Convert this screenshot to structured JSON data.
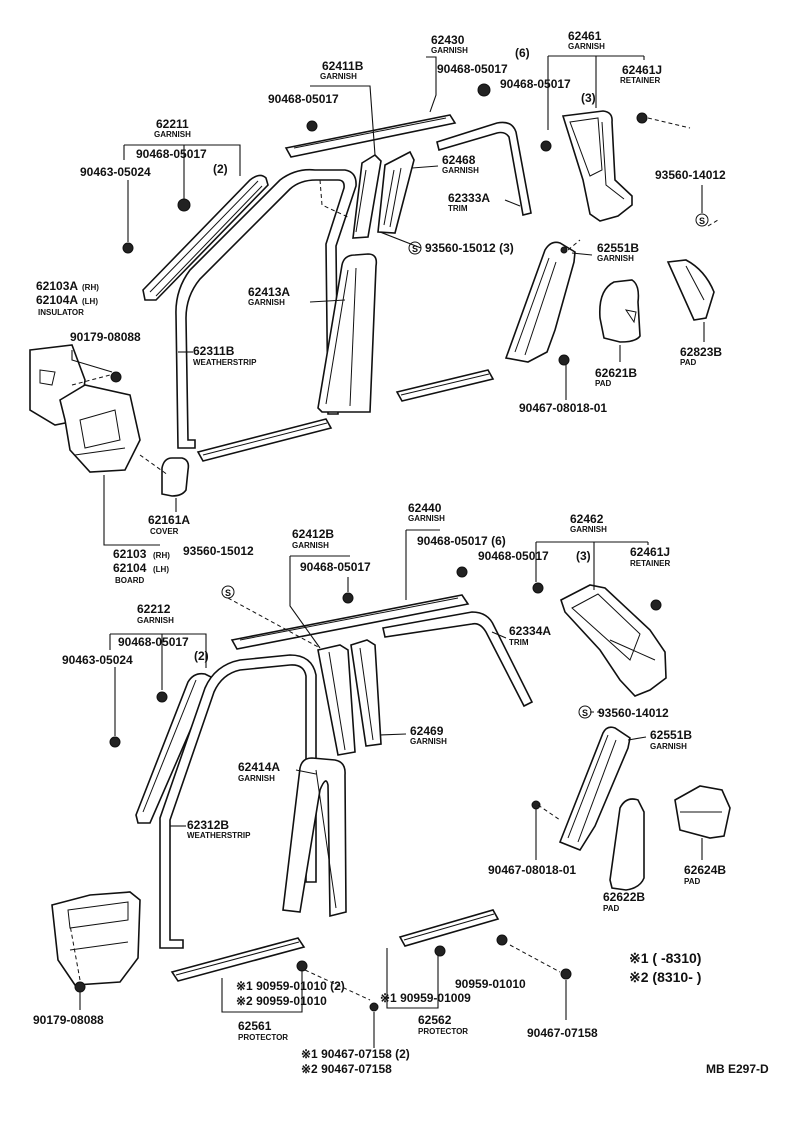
{
  "labels": {
    "l62430": "62430",
    "l62430n": "GARNISH",
    "l6qty": "(6)",
    "l9046805017a": "90468-05017",
    "l62461": "62461",
    "l62461n": "GARNISH",
    "l9046805017b": "90468-05017",
    "l62461j": "62461J",
    "l62461jn": "RETAINER",
    "l3qty": "(3)",
    "l62411b": "62411B",
    "l62411bn": "GARNISH",
    "l9046805017c": "90468-05017",
    "l62211": "62211",
    "l62211n": "GARNISH",
    "l9046805017d": "90468-05017",
    "l2qty": "(2)",
    "l9046305024": "90463-05024",
    "l62468": "62468",
    "l62468n": "GARNISH",
    "l62333a": "62333A",
    "l62333an": "TRIM",
    "l9356014012": "93560-14012",
    "l9356015012": "93560-15012 (3)",
    "l62551b": "62551B",
    "l62551bn": "GARNISH",
    "l62103a": "62103A",
    "l62103asup": "(RH)",
    "l62104a": "62104A",
    "l62104asup": "(LH)",
    "l62103an": "INSULATOR",
    "l62413a": "62413A",
    "l62413an": "GARNISH",
    "l62823b": "62823B",
    "l62823bn": "PAD",
    "l62621b": "62621B",
    "l62621bn": "PAD",
    "l9017908088": "90179-08088",
    "l62311b": "62311B",
    "l62311bn": "WEATHERSTRIP",
    "l9046708018": "90467-08018-01",
    "l62161a": "62161A",
    "l62161an": "COVER",
    "l62103": "62103",
    "l62103sup": "(RH)",
    "l62104": "62104",
    "l62104sup": "(LH)",
    "l62103n": "BOARD",
    "l62440": "62440",
    "l62440n": "GARNISH",
    "l62462": "62462",
    "l62462n": "GARNISH",
    "l93560b": "93560-15012",
    "l62412b": "62412B",
    "l62412bn": "GARNISH",
    "l9046805017e": "90468-05017",
    "l9046805017f": "90468-05017 (6)",
    "l9046805017g": "90468-05017",
    "l3qtyb": "(3)",
    "l62461jb": "62461J",
    "l62461jbn": "RETAINER",
    "l62212": "62212",
    "l62212n": "GARNISH",
    "l9046805017h": "90468-05017",
    "l2qtyb": "(2)",
    "l9046305024b": "90463-05024",
    "l62334a": "62334A",
    "l62334an": "TRIM",
    "l9356014012b": "93560-14012",
    "l62469": "62469",
    "l62469n": "GARNISH",
    "l62551bb": "62551B",
    "l62551bbn": "GARNISH",
    "l62414a": "62414A",
    "l62414an": "GARNISH",
    "l62312b": "62312B",
    "l62312bn": "WEATHERSTRIP",
    "l9046708018b": "90467-08018-01",
    "l62624b": "62624B",
    "l62624bn": "PAD",
    "l62622b": "62622B",
    "l62622bn": "PAD",
    "l90959a": "※1 90959-01010 (2)",
    "l90959b": "※2 90959-01010",
    "l90959c": "90959-01010",
    "l90959d": "※1 90959-01009",
    "l62561": "62561",
    "l62561n": "PROTECTOR",
    "l62562": "62562",
    "l62562n": "PROTECTOR",
    "l9017908088b": "90179-08088",
    "l90467a": "※1 90467-07158 (2)",
    "l90467b": "※2 90467-07158",
    "l90467c": "90467-07158",
    "legend1": "※1 (       -8310)",
    "legend2": "※2 (8310-       )",
    "ref": "MB E297-D",
    "circS": "S"
  }
}
